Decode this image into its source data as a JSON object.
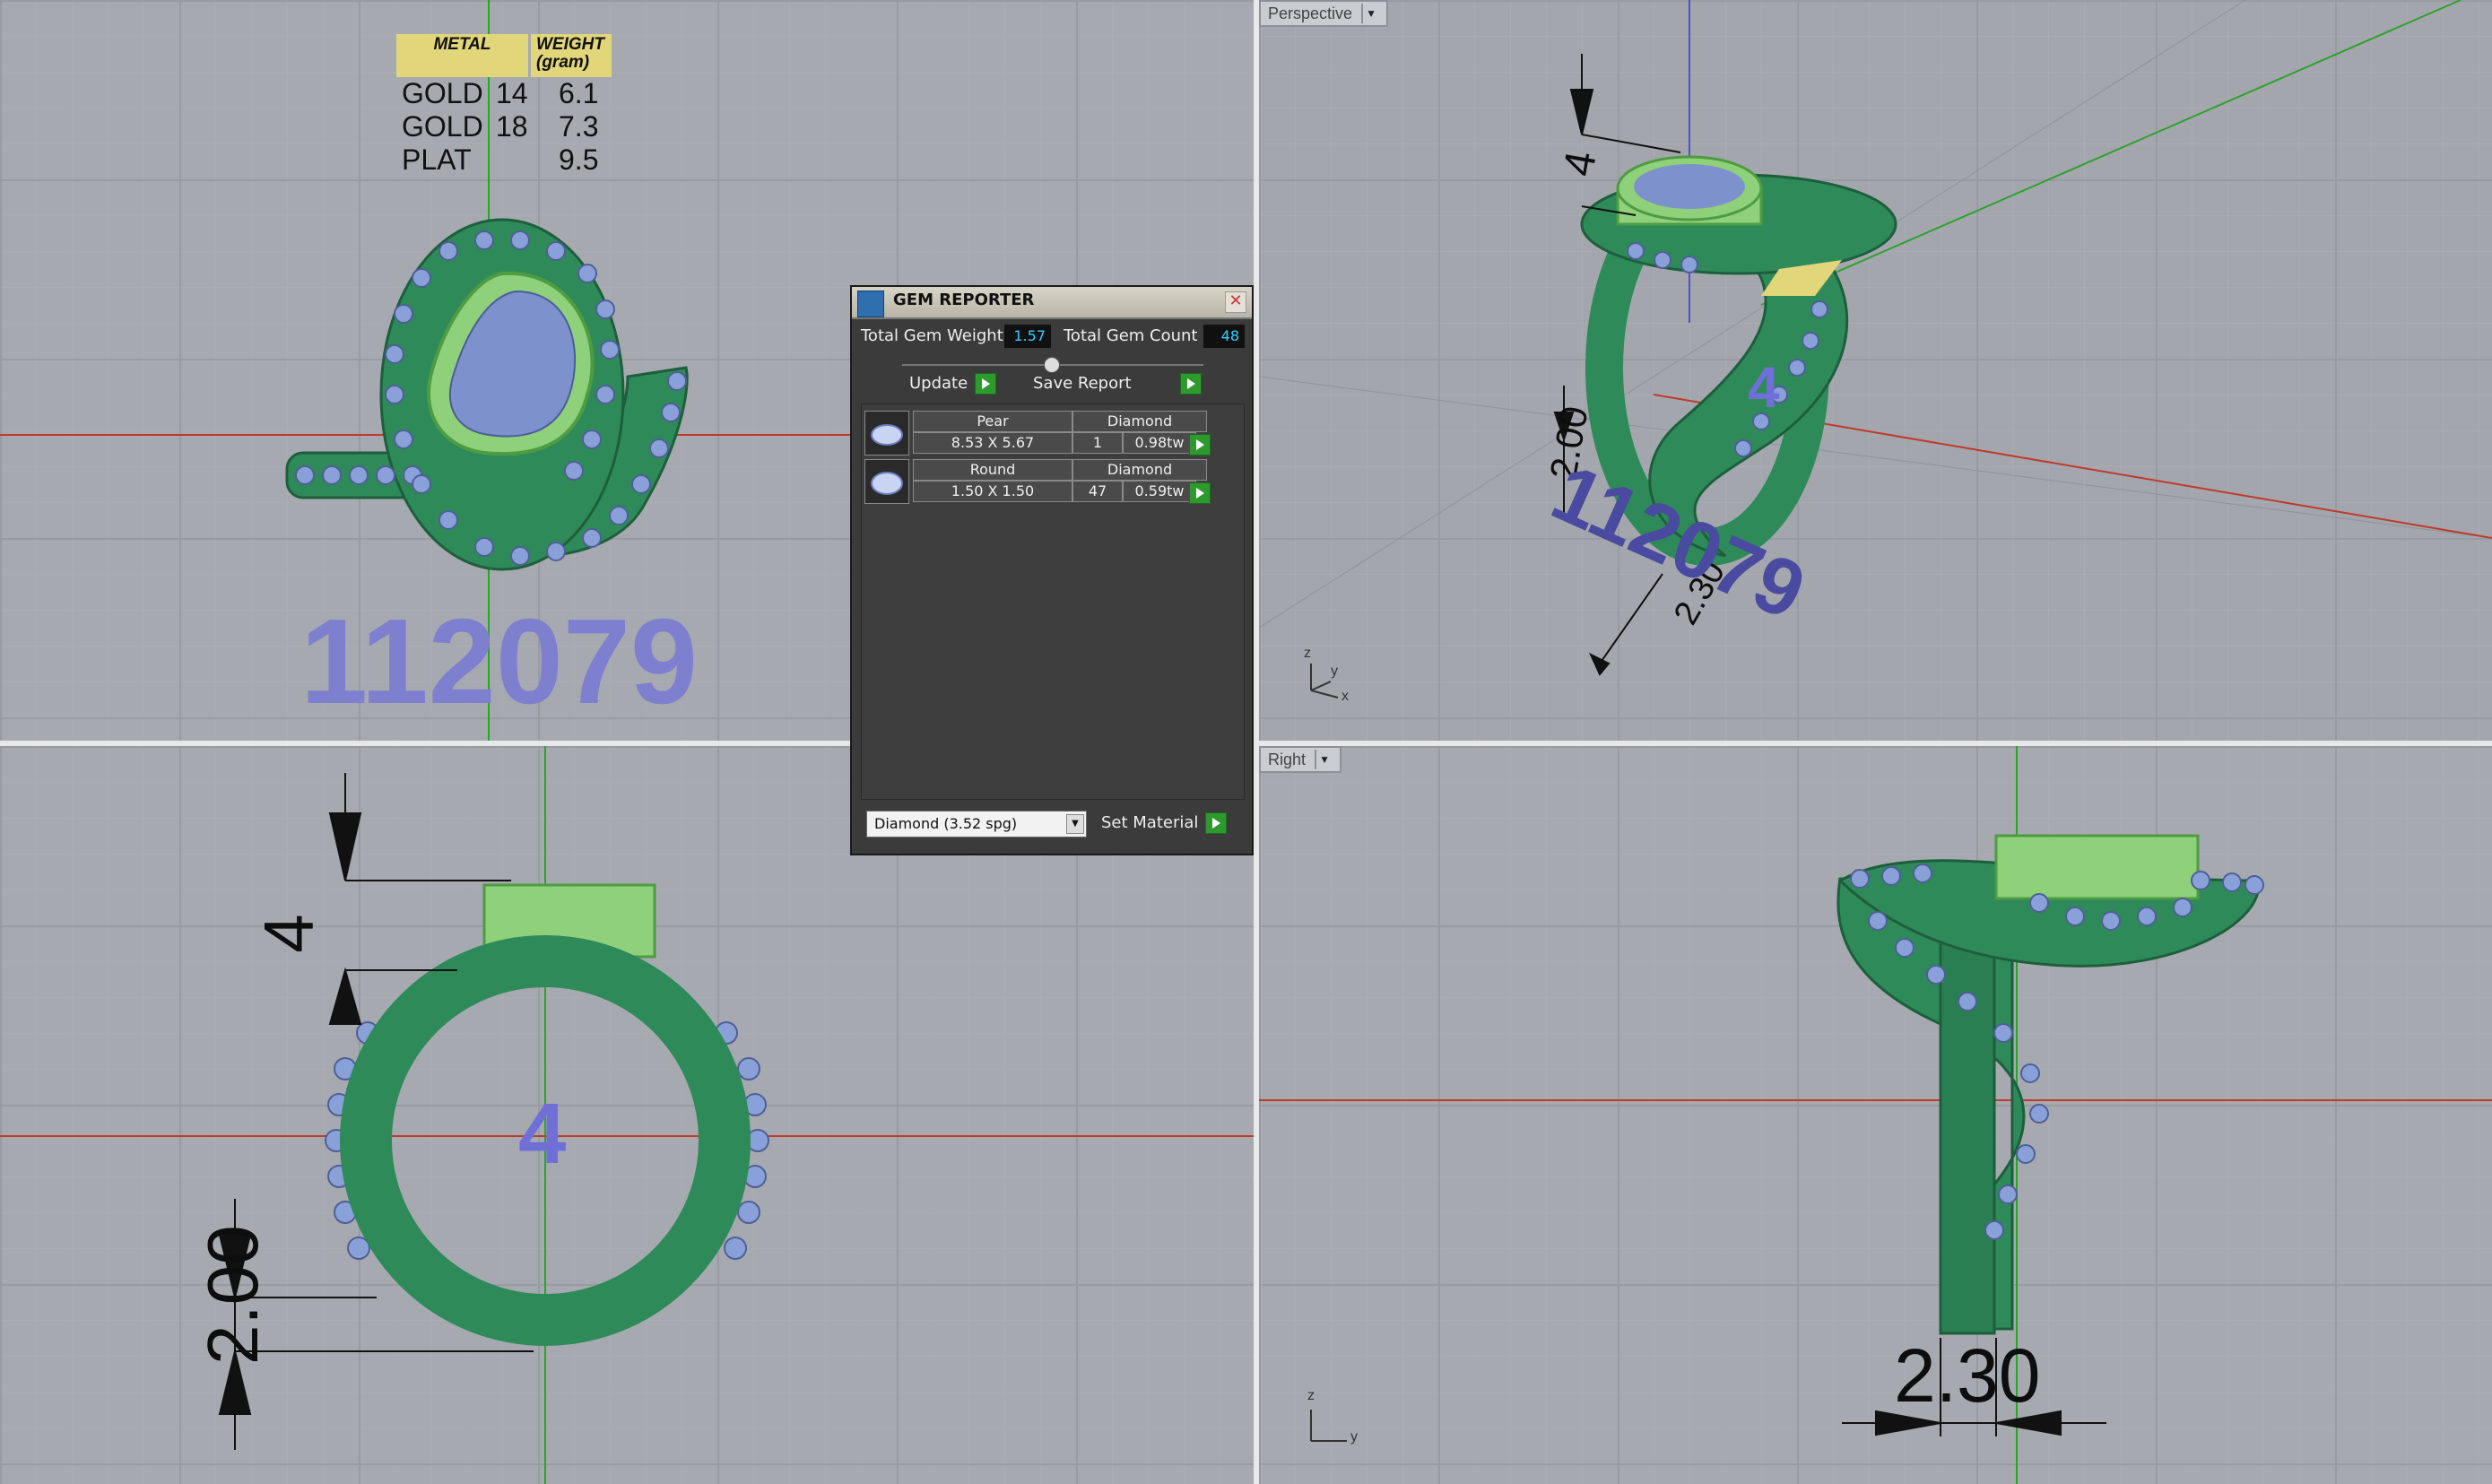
{
  "viewports": {
    "perspective": {
      "label": "Perspective"
    },
    "right": {
      "label": "Right"
    }
  },
  "weight_table": {
    "headers": [
      "METAL",
      "WEIGHT\n(gram)"
    ],
    "header_metal": "METAL",
    "header_weight_1": "WEIGHT",
    "header_weight_2": "(gram)",
    "rows": [
      {
        "metal": "GOLD",
        "karat": "14",
        "weight": "6.1"
      },
      {
        "metal": "GOLD",
        "karat": "18",
        "weight": "7.3"
      },
      {
        "metal": "PLAT",
        "karat": "",
        "weight": "9.5"
      }
    ]
  },
  "model_id": "112079",
  "ring_size": "4",
  "dimensions": {
    "head_height": "4",
    "shank_width": "2.00",
    "shank_thickness": "2.30"
  },
  "gem_reporter": {
    "title": "GEM REPORTER",
    "total_weight_label": "Total Gem Weight",
    "total_weight_value": "1.57",
    "total_count_label": "Total Gem Count",
    "total_count_value": "48",
    "update_label": "Update",
    "save_report_label": "Save Report",
    "gems": [
      {
        "shape": "Pear",
        "material": "Diamond",
        "size": "8.53 X 5.67",
        "count": "1",
        "weight": "0.98tw"
      },
      {
        "shape": "Round",
        "material": "Diamond",
        "size": "1.50 X 1.50",
        "count": "47",
        "weight": "0.59tw"
      }
    ],
    "material_select": "Diamond    (3.52 spg)",
    "set_material_label": "Set Material"
  },
  "axes": {
    "z": "z",
    "y": "y",
    "x": "x"
  },
  "colors": {
    "ring_green": "#2f8a5a",
    "head_green": "#8fd07a",
    "gem_blue": "#8aa0d8",
    "id_purple": "#7f7fd0",
    "axis_red": "#c0392b",
    "axis_green": "#2fa02f"
  }
}
